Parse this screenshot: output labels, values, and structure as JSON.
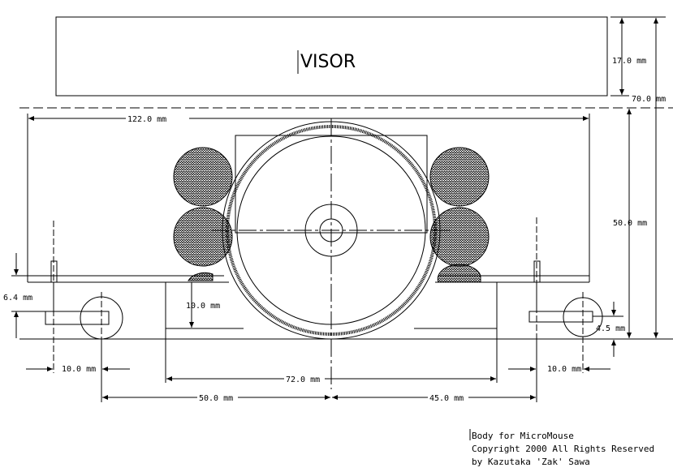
{
  "visor": {
    "label": "VISOR"
  },
  "dimensions": {
    "visor_height": "17.0 mm",
    "overall_height": "70.0 mm",
    "body_width": "122.0 mm",
    "body_height": "50.0 mm",
    "plate_offset": "6.4 mm",
    "center_drop": "10.0 mm",
    "caster_height": "4.5 mm",
    "left_caster_width": "10.0 mm",
    "right_caster_width": "10.0 mm",
    "base_width": "72.0 mm",
    "left_span": "50.0 mm",
    "right_span": "45.0 mm"
  },
  "notes": {
    "line1": "Body for MicroMouse",
    "line2": "Copyright 2000 All Rights Reserved",
    "line3": "by Kazutaka 'Zak' Sawa"
  }
}
